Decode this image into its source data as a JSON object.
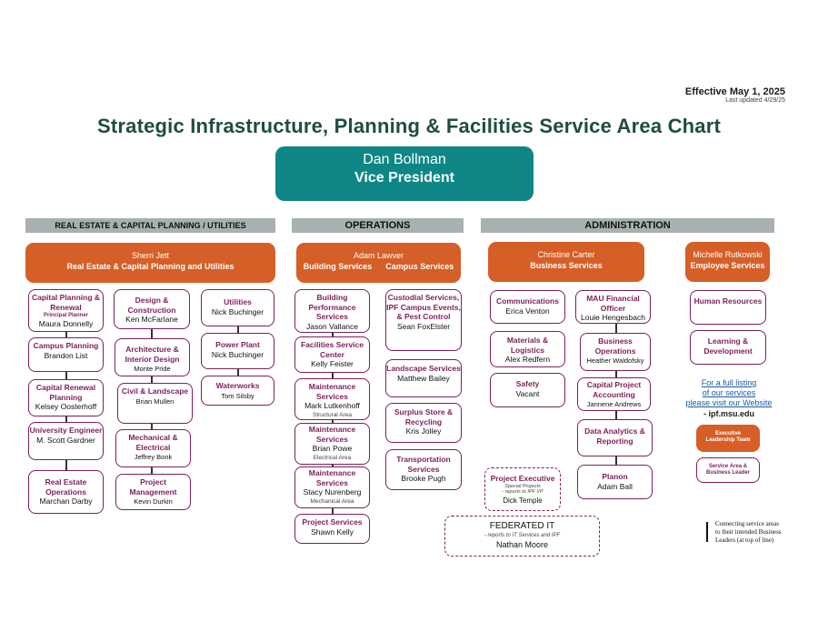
{
  "effective": {
    "date": "Effective May 1, 2025",
    "updated": "Last updated 4/29/25"
  },
  "title": "Strategic Infrastructure, Planning & Facilities Service Area Chart",
  "vp": {
    "name": "Dan Bollman",
    "title": "Vice President"
  },
  "sections": {
    "realestate": "REAL ESTATE & CAPITAL PLANNING / UTILITIES",
    "operations": "OPERATIONS",
    "administration": "ADMINISTRATION"
  },
  "headers": {
    "jett": {
      "name": "Sherri Jett",
      "title": "Real Estate & Capital Planning and Utilities"
    },
    "lawver": {
      "name": "Adam Lawver",
      "title1": "Building Services",
      "title2": "Campus Services"
    },
    "carter": {
      "name": "Christine Carter",
      "title": "Business Services"
    },
    "rutkowski": {
      "name": "Michelle Rutkowski",
      "title": "Employee Services"
    }
  },
  "re_col1": [
    {
      "title": "Capital Planning & Renewal",
      "sub": "Principal Planner",
      "person": "Maura Donnelly"
    },
    {
      "title": "Campus Planning",
      "person": "Brandon List"
    },
    {
      "title": "Capital Renewal Planning",
      "person": "Kelsey Oosterhoff"
    },
    {
      "title": "University Engineer",
      "person": "M. Scott Gardner"
    },
    {
      "title": "Real Estate Operations",
      "person": "Marchan Darby"
    }
  ],
  "re_col2": [
    {
      "title": "Design & Construction",
      "person": "Ken McFarlane"
    },
    {
      "title": "Architecture & Interior Design",
      "person": "Monte Pride"
    },
    {
      "title": "Civil & Landscape",
      "person": "Brian Mullen"
    },
    {
      "title": "Mechanical & Electrical",
      "person": "Jeffrey Bonk"
    },
    {
      "title": "Project Management",
      "person": "Kevin Durkin"
    }
  ],
  "re_col3": [
    {
      "title": "Utilities",
      "person": "Nick Buchinger"
    },
    {
      "title": "Power Plant",
      "person": "Nick Buchinger"
    },
    {
      "title": "Waterworks",
      "person": "Tom Silsby"
    }
  ],
  "op_col1": [
    {
      "title": "Building Performance Services",
      "person": "Jason Vallance"
    },
    {
      "title": "Facilities Service Center",
      "person": "Kelly Feister"
    },
    {
      "title": "Maintenance Services",
      "person": "Mark Lutkenhoff",
      "area": "Structural Area"
    },
    {
      "title": "Maintenance Services",
      "person": "Brian Powe",
      "area": "Electrical Area"
    },
    {
      "title": "Maintenance Services",
      "person": "Stacy Nurenberg",
      "area": "Mechanical Area"
    },
    {
      "title": "Project Services",
      "person": "Shawn Kelly"
    }
  ],
  "op_col2": [
    {
      "title": "Custodial Services, IPF Campus Events, & Pest Control",
      "person": "Sean FoxElster"
    },
    {
      "title": "Landscape Services",
      "person": "Matthew Bailey"
    },
    {
      "title": "Surplus Store & Recycling",
      "person": "Kris Jolley"
    },
    {
      "title": "Transportation Services",
      "person": "Brooke Pugh"
    }
  ],
  "ad_col1": [
    {
      "title": "Communications",
      "person": "Erica Venton"
    },
    {
      "title": "Materials & Logistics",
      "person": "Alex Redfern"
    },
    {
      "title": "Safety",
      "person": "Vacant"
    }
  ],
  "ad_col2": [
    {
      "title": "MAU Financial Officer",
      "person": "Louie Hengesbach"
    },
    {
      "title": "Business Operations",
      "person": "Heather Waldofsky"
    },
    {
      "title": "Capital Project Accounting",
      "person": "Jannene Andrews"
    },
    {
      "title": "Data Analytics & Reporting",
      "person": ""
    },
    {
      "title": "Planon",
      "person": "Adam Ball"
    }
  ],
  "ad_col3": [
    {
      "title": "Human Resources",
      "person": ""
    },
    {
      "title": "Learning & Development",
      "person": ""
    }
  ],
  "project_exec": {
    "title": "Project Executive",
    "note1": "Special Projects",
    "note2": "- reports to IPF VP",
    "person": "Dick Temple"
  },
  "federated": {
    "title": "FEDERATED IT",
    "note": "- reports to IT Services and IPF",
    "person": "Nathan Moore"
  },
  "listing": {
    "line1": "For a full listing",
    "line2": "of our services",
    "line3": "please visit our Website",
    "url": "- ipf.msu.edu"
  },
  "legend": {
    "elt": "Executive Leadership Team",
    "sa": "Service Area & Business Leader",
    "connect1": "Connecting service areas",
    "connect2": "to their intended Business",
    "connect3": "Leaders (at top of line)"
  },
  "colors": {
    "title": "#1f4d3c",
    "vp": "#0f8686",
    "header": "#d55f27",
    "box_border": "#7d1f5a",
    "section": "#a8b0b1"
  }
}
